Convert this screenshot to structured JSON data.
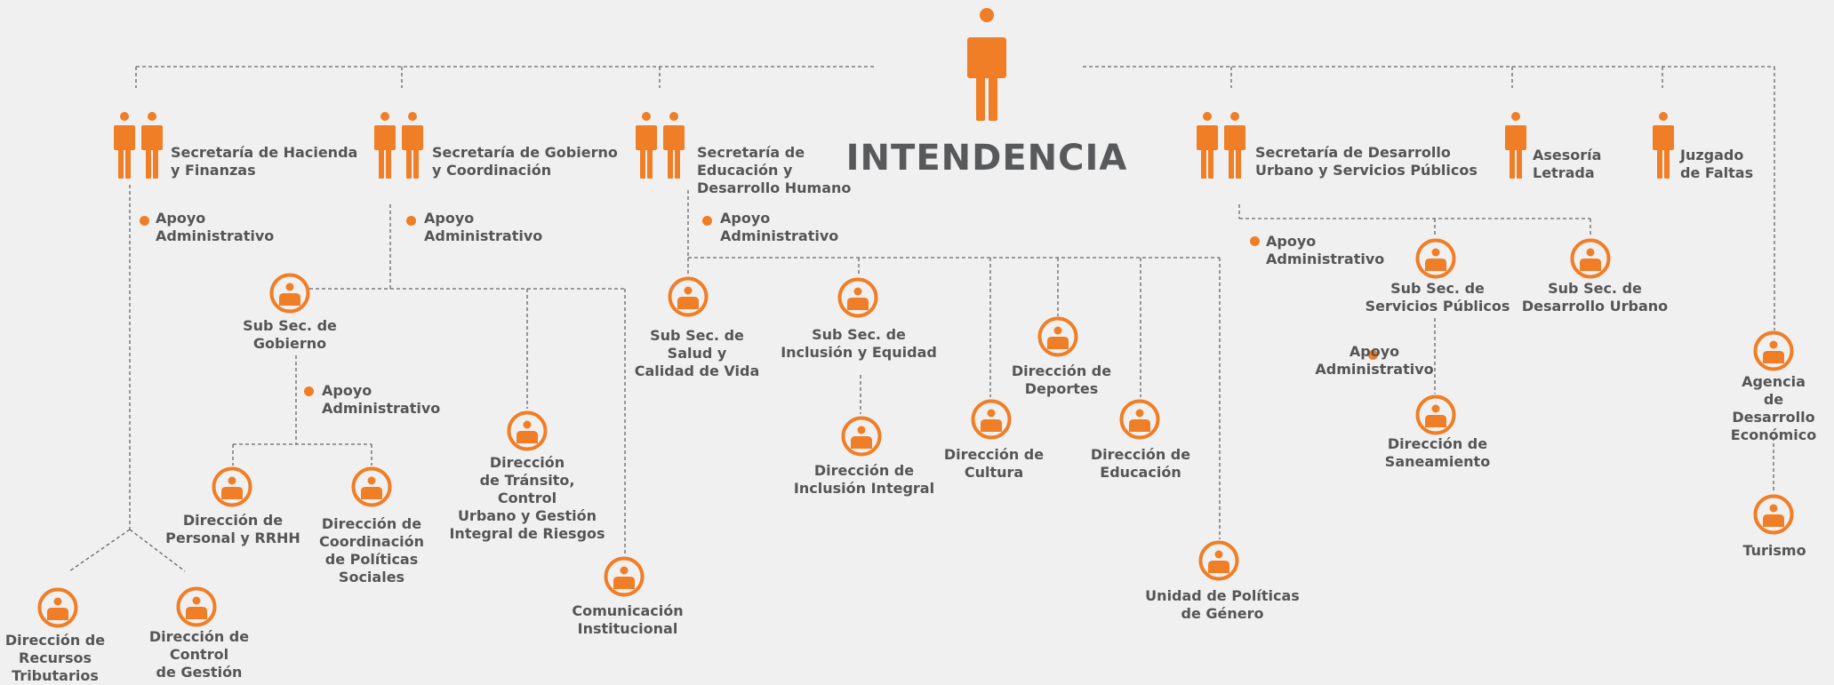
{
  "root": {
    "title": "INTENDENCIA"
  },
  "secretarias": [
    {
      "id": "hacienda",
      "label": "Secretaría de Hacienda\ny Finanzas"
    },
    {
      "id": "gobierno",
      "label": "Secretaría de Gobierno\ny Coordinación"
    },
    {
      "id": "educacion",
      "label": "Secretaría de\nEducación y\nDesarrollo Humano"
    },
    {
      "id": "desarrollo",
      "label": "Secretaría de Desarrollo\nUrbano y Servicios Públicos"
    },
    {
      "id": "asesoria",
      "label": "Asesoría\nLetrada"
    },
    {
      "id": "juzgado",
      "label": "Juzgado\nde Faltas"
    }
  ],
  "apoyo_label": "Apoyo\nAdministrativo",
  "units": {
    "subsec_gobierno": "Sub Sec. de\nGobierno",
    "dir_personal": "Dirección de\nPersonal y RRHH",
    "dir_coordinacion": "Dirección de\nCoordinación\nde Políticas\nSociales",
    "dir_transito": "Dirección\nde Tránsito,\nControl\nUrbano y Gestión\nIntegral de Riesgos",
    "comunicacion": "Comunicación\nInstitucional",
    "dir_recursos": "Dirección de\nRecursos\nTributarios",
    "dir_control": "Dirección de\nControl\nde Gestión",
    "subsec_salud": "Sub Sec. de\nSalud y\nCalidad de Vida",
    "subsec_inclusion": "Sub Sec. de\nInclusión y Equidad",
    "dir_inclusion": "Dirección de\nInclusión Integral",
    "dir_cultura": "Dirección de\nCultura",
    "dir_deportes": "Dirección de\nDeportes",
    "dir_educacion": "Dirección de\nEducación",
    "unidad_genero": "Unidad de Políticas\nde Género",
    "subsec_servicios": "Sub Sec. de\nServicios Públicos",
    "subsec_urbano": "Sub Sec. de\nDesarrollo Urbano",
    "dir_saneamiento": "Dirección de\nSaneamiento",
    "agencia": "Agencia de\nDesarrollo\nEconómico",
    "turismo": "Turismo"
  },
  "colors": {
    "accent": "#f07e26",
    "text": "#555555",
    "title": "#58595b",
    "line": "#666666",
    "background": "#f0f0f0"
  },
  "icons": {
    "root": "person-icon",
    "secretaria": "two-persons-icon",
    "single": "person-icon",
    "unit": "person-circle-icon",
    "apoyo": "bullet-dot-icon"
  }
}
